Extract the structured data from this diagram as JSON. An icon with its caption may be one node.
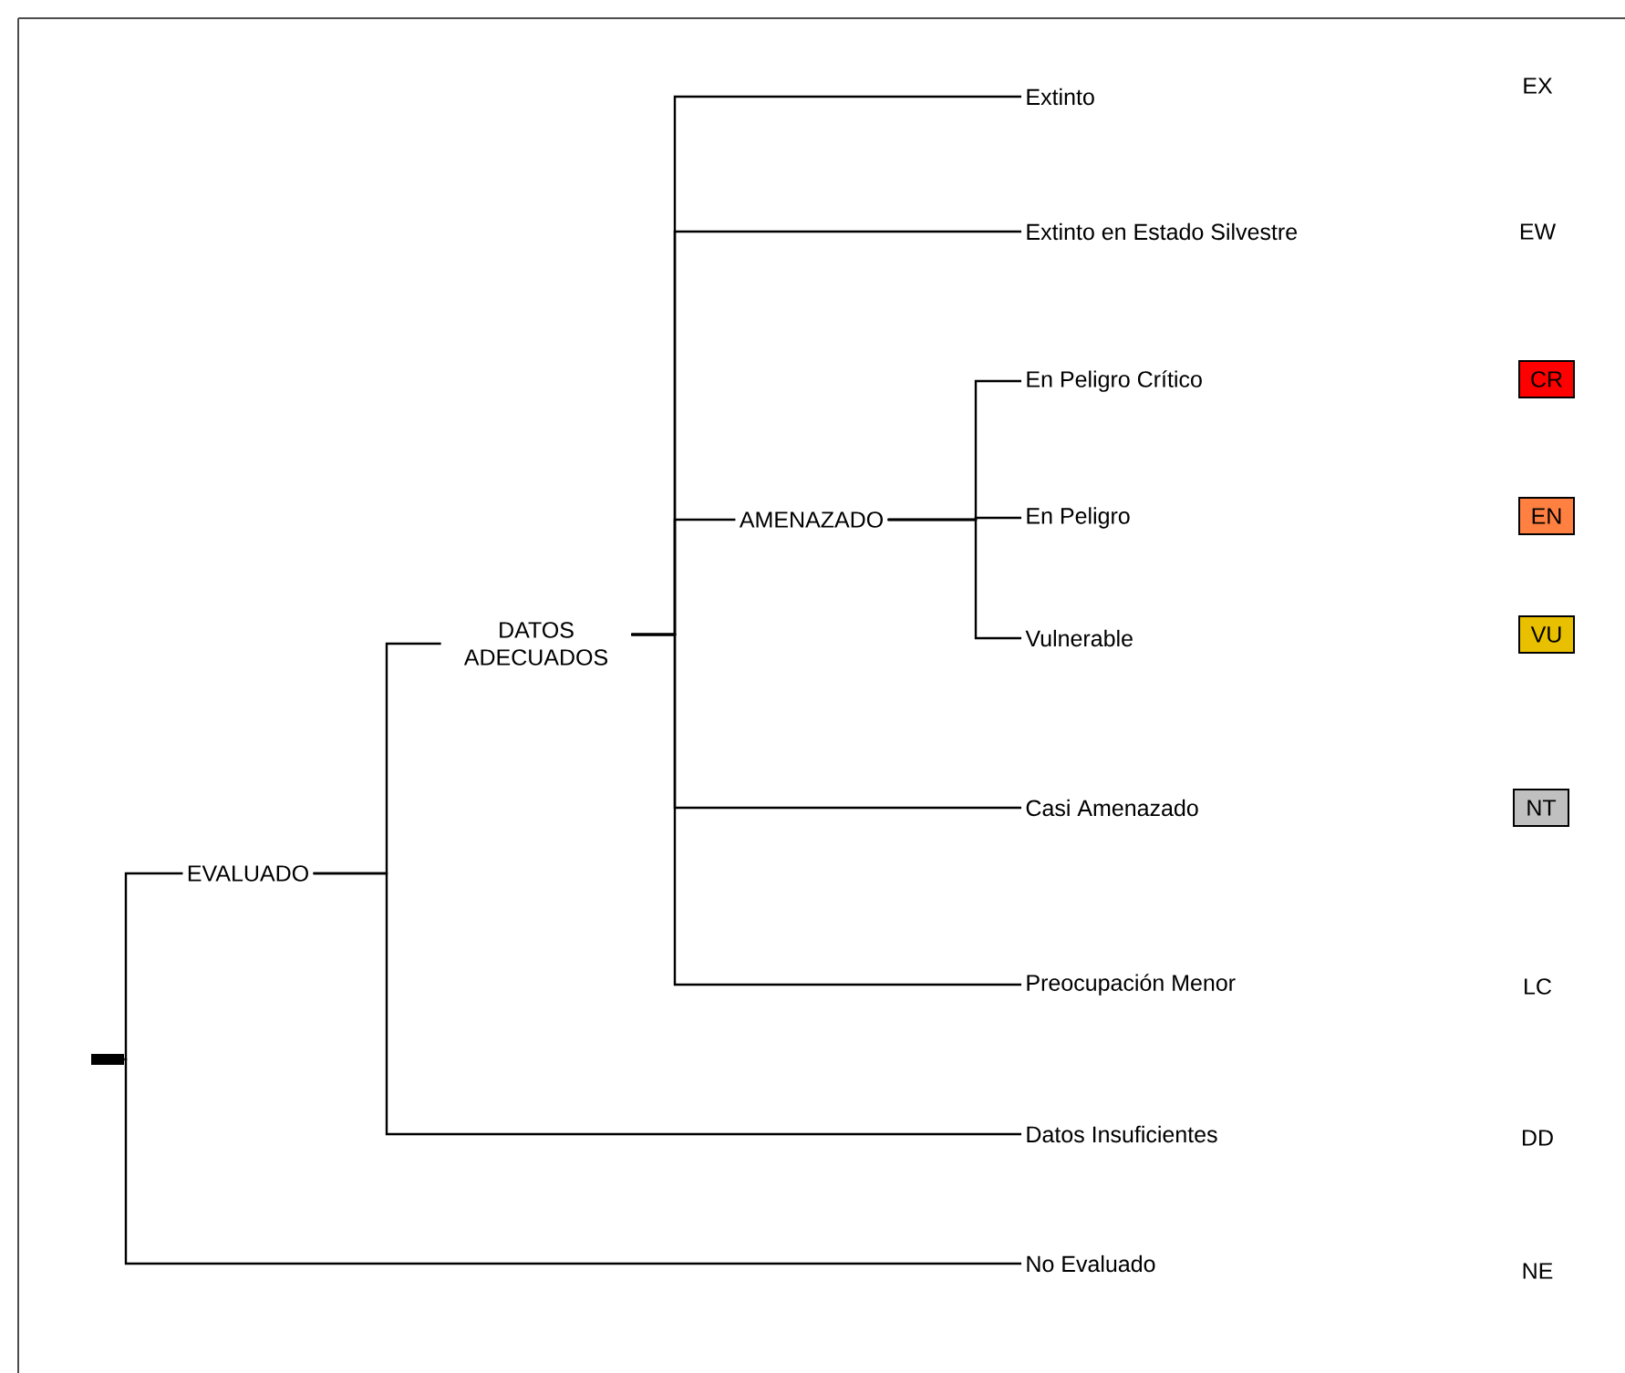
{
  "diagram": {
    "nodes": [
      {
        "text": [],
        "shape": "bar"
      },
      {
        "text": [
          "EVALUADO"
        ]
      },
      {
        "text": [
          "DATOS ADECUADOS"
        ]
      },
      {
        "text": [
          "Extinto"
        ]
      },
      {
        "text": [
          "Extinto en Estado Silvestre"
        ]
      },
      {
        "text": [
          "AMENAZADO"
        ]
      },
      {
        "text": [
          "En Peligro Crítico"
        ]
      },
      {
        "text": [
          "En Peligro"
        ]
      },
      {
        "text": [
          "Vulnerable"
        ]
      },
      {
        "text": [
          "Casi Amenazado"
        ]
      },
      {
        "text": [
          "Preocupación Menor"
        ]
      },
      {
        "text": [
          "Datos Insuficientes"
        ]
      },
      {
        "text": [
          "No Evaluado"
        ]
      },
      {
        "text": [
          "CR"
        ]
      },
      {
        "text": [
          "EN"
        ]
      },
      {
        "text": [
          "VU"
        ]
      },
      {
        "text": [
          "NT"
        ]
      }
    ],
    "edges": [
      {
        "from": 0,
        "to": 1,
        "arrow": "none"
      },
      {
        "from": 0,
        "to": 12,
        "arrow": "none"
      },
      {
        "from": 1,
        "to": 2,
        "arrow": "none"
      },
      {
        "from": 1,
        "to": 11,
        "arrow": "none"
      },
      {
        "from": 2,
        "to": 3,
        "arrow": "none"
      },
      {
        "from": 2,
        "to": 4,
        "arrow": "none"
      },
      {
        "from": 2,
        "to": 5,
        "arrow": "none"
      },
      {
        "from": 2,
        "to": 9,
        "arrow": "none"
      },
      {
        "from": 2,
        "to": 10,
        "arrow": "none"
      },
      {
        "from": 5,
        "to": 6,
        "arrow": "none"
      },
      {
        "from": 5,
        "to": 7,
        "arrow": "none"
      },
      {
        "from": 5,
        "to": 8,
        "arrow": "none"
      }
    ],
    "labels": [
      "EX",
      "EW",
      "LC",
      "DD",
      "NE"
    ]
  }
}
